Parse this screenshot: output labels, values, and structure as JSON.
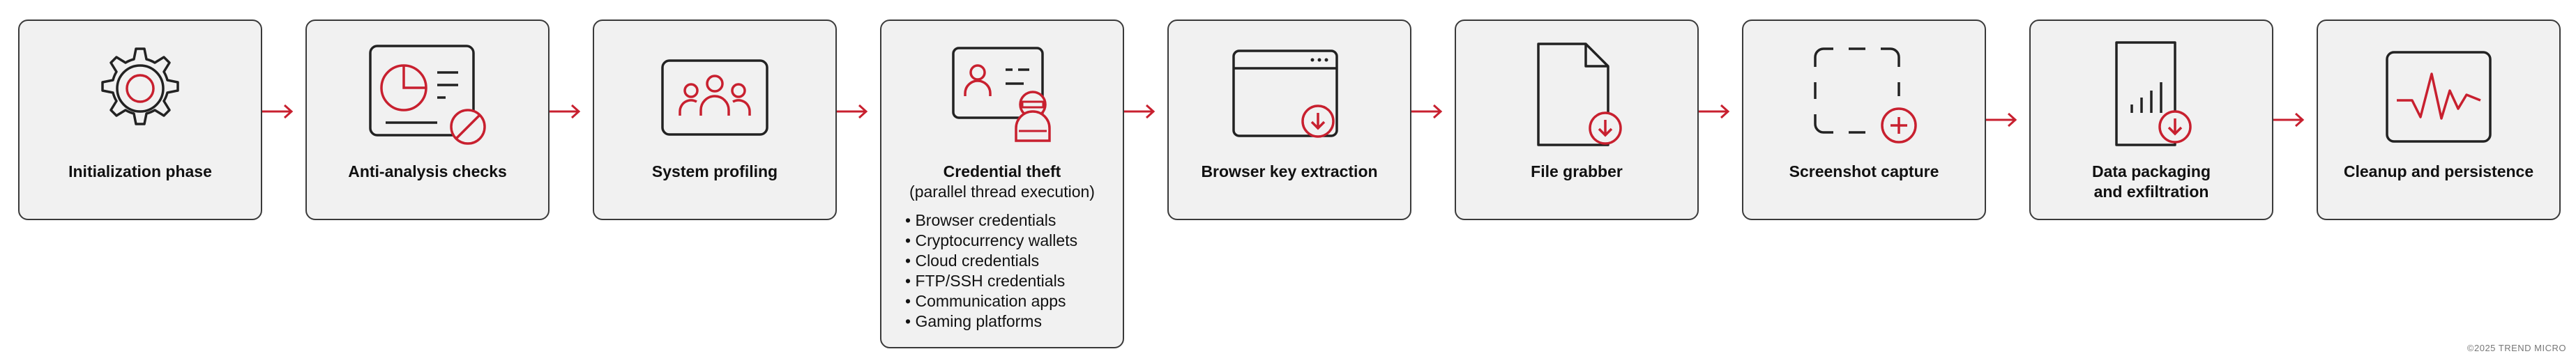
{
  "stages": [
    {
      "label": "Initialization phase",
      "icon": "gear-icon"
    },
    {
      "label": "Anti-analysis checks",
      "icon": "blocked-analysis-icon"
    },
    {
      "label": "System profiling",
      "icon": "users-group-icon"
    },
    {
      "label": "Credential theft",
      "sublabel": "(parallel thread execution)",
      "icon": "credential-thief-icon",
      "items": [
        "Browser credentials",
        "Cryptocurrency wallets",
        "Cloud credentials",
        "FTP/SSH credentials",
        "Communication apps",
        "Gaming platforms"
      ]
    },
    {
      "label": "Browser key extraction",
      "icon": "browser-download-icon"
    },
    {
      "label": "File grabber",
      "icon": "file-download-icon"
    },
    {
      "label": "Screenshot capture",
      "icon": "screenshot-add-icon"
    },
    {
      "label_line1": "Data packaging",
      "label_line2": "and exfiltration",
      "icon": "report-download-icon"
    },
    {
      "label": "Cleanup and persistence",
      "icon": "pulse-monitor-icon"
    }
  ],
  "copyright": "©2025 TREND MICRO",
  "colors": {
    "accent": "#c8202f",
    "line": "#222222",
    "box": "#f1f1f1"
  }
}
